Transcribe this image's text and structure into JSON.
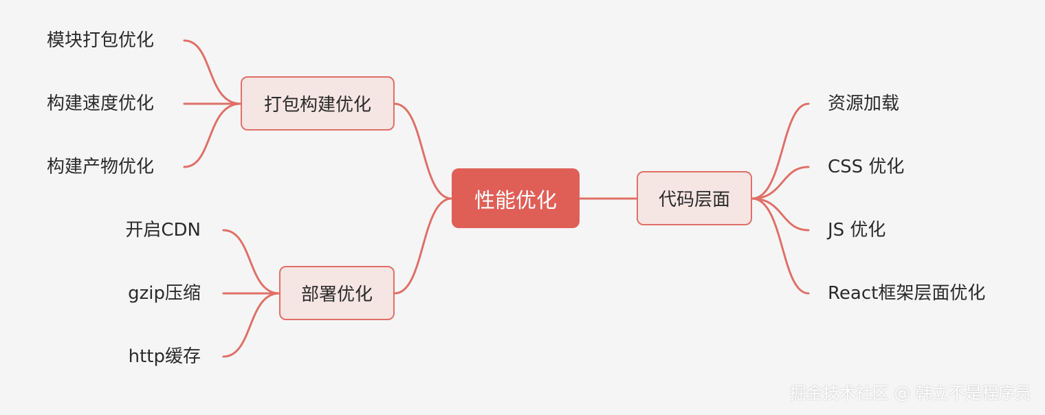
{
  "colors": {
    "background": "#f5f5f5",
    "root_fill": "#df5f57",
    "branch_fill": "#f5e5e3",
    "branch_border": "#df6f66",
    "connector": "#df6f66",
    "text": "#2a2a2a"
  },
  "root": {
    "label": "性能优化"
  },
  "branches": {
    "build": {
      "label": "打包构建优化",
      "children": [
        "模块打包优化",
        "构建速度优化",
        "构建产物优化"
      ]
    },
    "deploy": {
      "label": "部署优化",
      "children": [
        "开启CDN",
        "gzip压缩",
        "http缓存"
      ]
    },
    "code": {
      "label": "代码层面",
      "children": [
        "资源加载",
        "CSS 优化",
        "JS 优化",
        "React框架层面优化"
      ]
    }
  },
  "watermark": "掘金技术社区 @ 韩立不是程序员"
}
